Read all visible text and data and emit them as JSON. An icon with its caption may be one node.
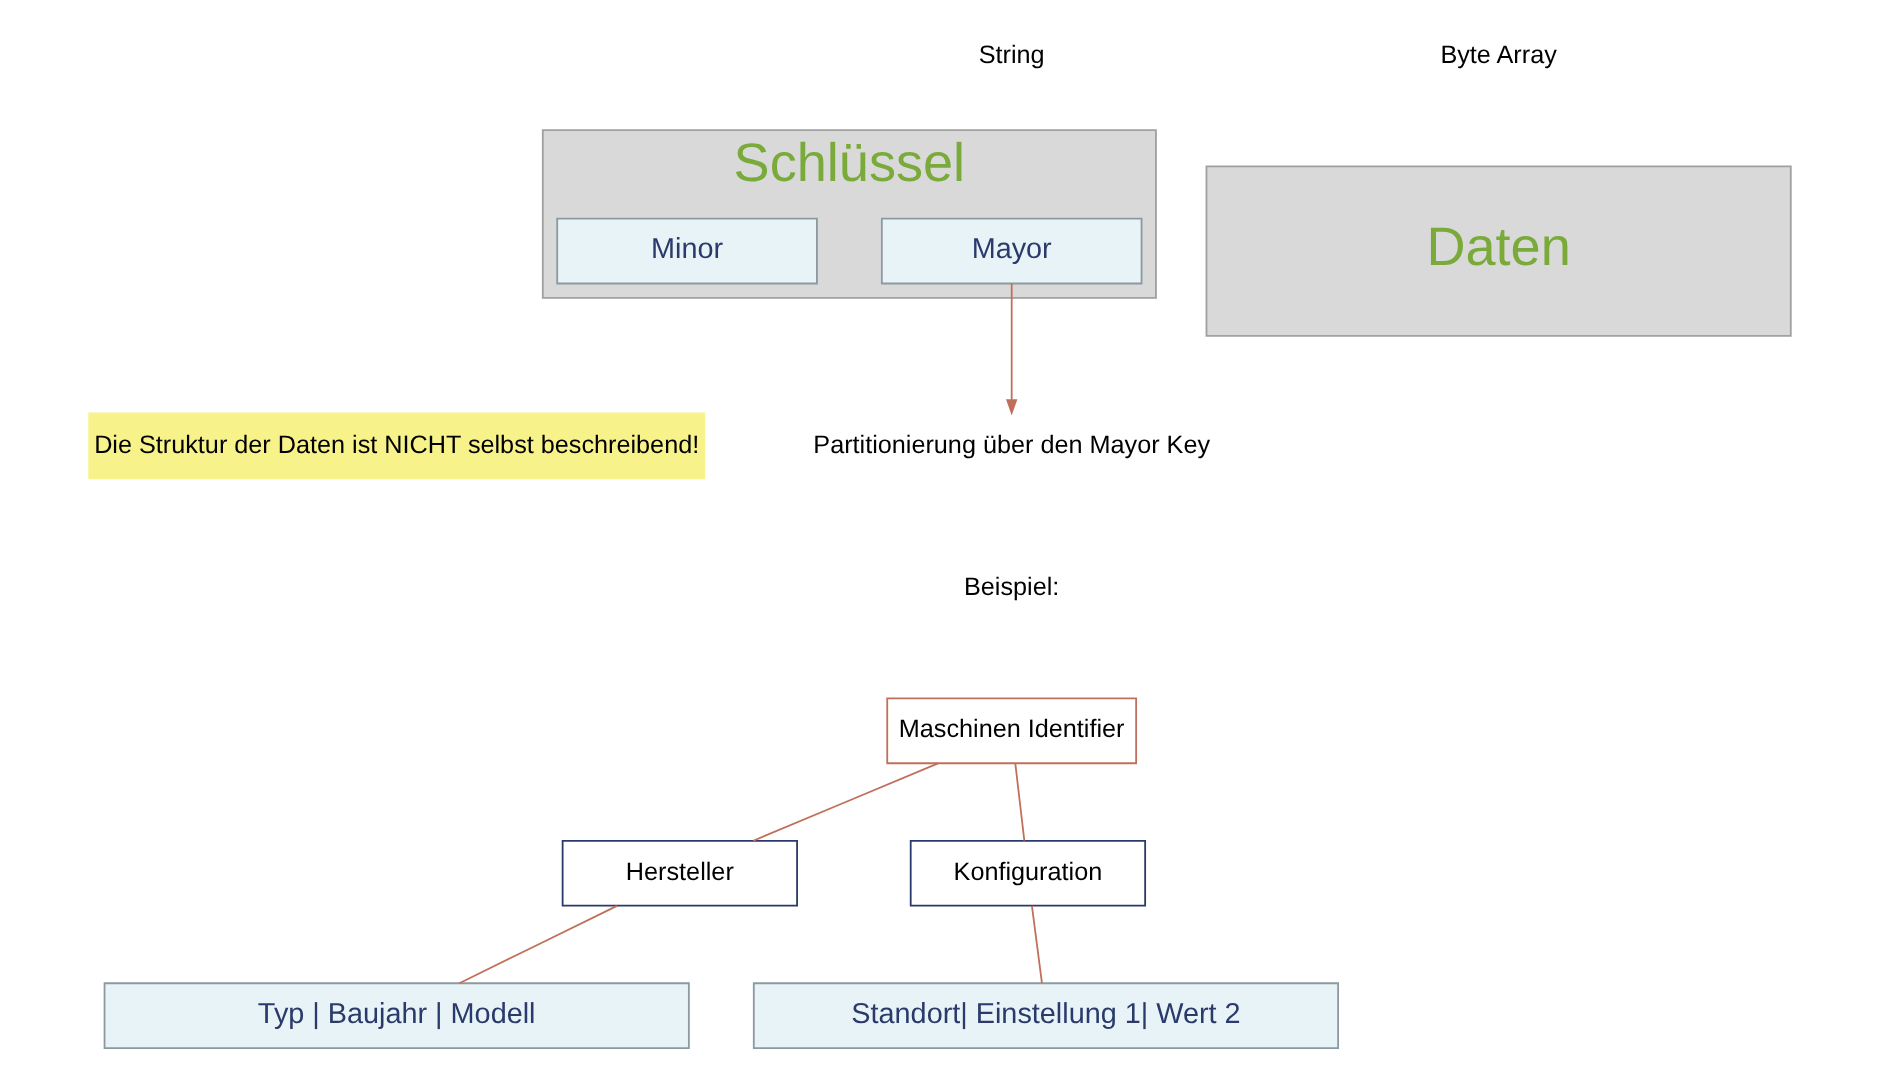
{
  "diagram": {
    "nodes": [
      {
        "text": [
          "Schlüssel"
        ]
      },
      {
        "text": [
          "Mayor"
        ],
        "in": 0
      },
      {
        "text": [
          "Minor"
        ],
        "in": 0
      },
      {
        "text": [
          "Daten"
        ]
      },
      {
        "text": [
          "Partitionierung über den Mayor Key"
        ]
      },
      {
        "text": [
          "Die Struktur der Daten ist NICHT selbst beschreibend!"
        ]
      },
      {
        "text": [
          "Maschinen Identifier"
        ]
      },
      {
        "text": [
          "Hersteller"
        ]
      },
      {
        "text": [
          "Konfiguration"
        ]
      },
      {
        "text": [
          "Typ | Baujahr | Modell"
        ]
      },
      {
        "text": [
          "Standort| Einstellung 1| Wert 2"
        ]
      }
    ],
    "edges": [
      {
        "from": 1,
        "to": 4,
        "arrow": "to"
      },
      {
        "from": 6,
        "to": 7,
        "arrow": "none"
      },
      {
        "from": 6,
        "to": 8,
        "arrow": "none"
      },
      {
        "from": 7,
        "to": 9,
        "arrow": "none"
      },
      {
        "from": 8,
        "to": 10,
        "arrow": "none"
      }
    ],
    "labels": [
      "String",
      "Byte Array",
      "Beispiel:"
    ]
  }
}
